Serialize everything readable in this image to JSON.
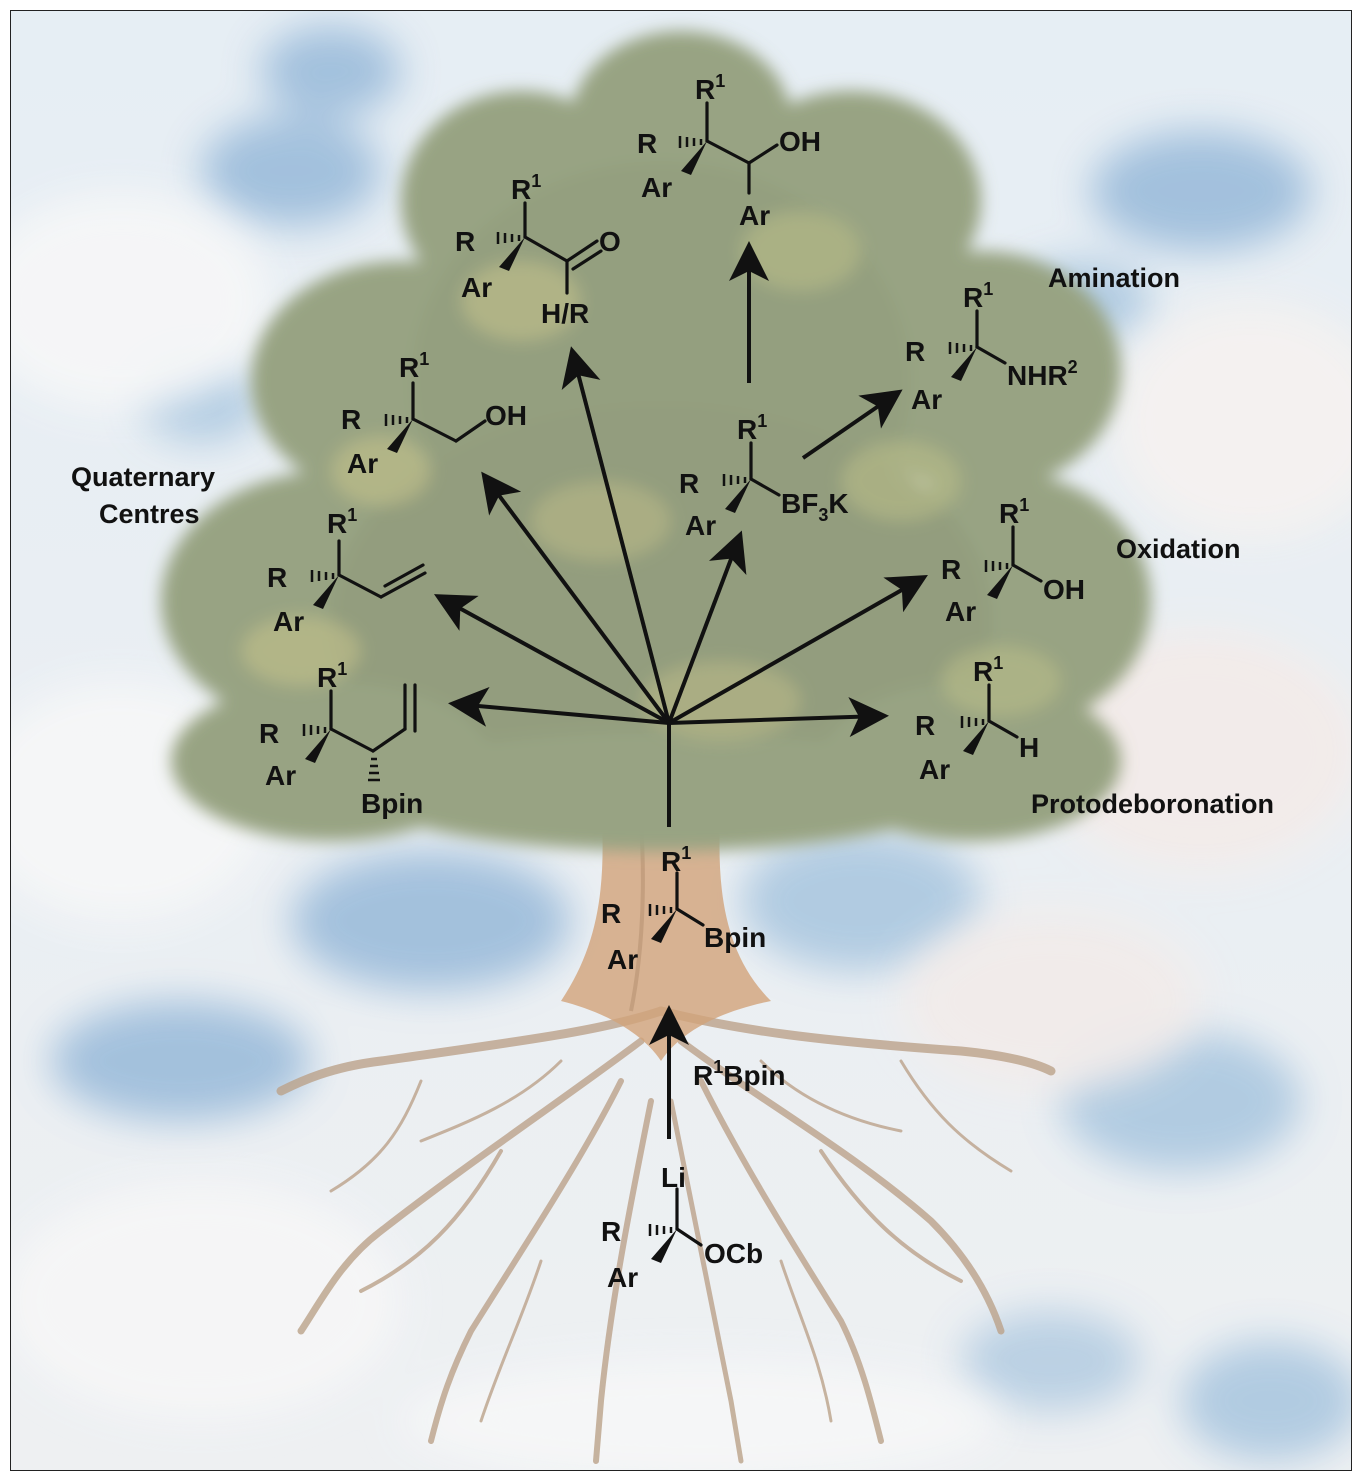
{
  "labels": {
    "quaternary_line1": "Quaternary",
    "quaternary_line2": "Centres",
    "amination": "Amination",
    "oxidation": "Oxidation",
    "protodeboronation": "Protodeboronation",
    "reagent": "R",
    "reagent_sup": "1",
    "reagent_tail": "Bpin"
  },
  "atoms": {
    "R": "R",
    "R1": "R",
    "sup1": "1",
    "sup2": "2",
    "Ar": "Ar",
    "OH": "OH",
    "O": "O",
    "HR": "H/R",
    "NHR": "NHR",
    "BF": "BF",
    "sub3": "3",
    "K": "K",
    "H": "H",
    "Bpin": "Bpin",
    "Li": "Li",
    "OCb": "OCb"
  },
  "colors": {
    "sky": "#7aa6cf",
    "cloud": "#f3f4f6",
    "foliage": "#7c8a60",
    "trunk": "#c58a55",
    "ink": "#111111"
  }
}
